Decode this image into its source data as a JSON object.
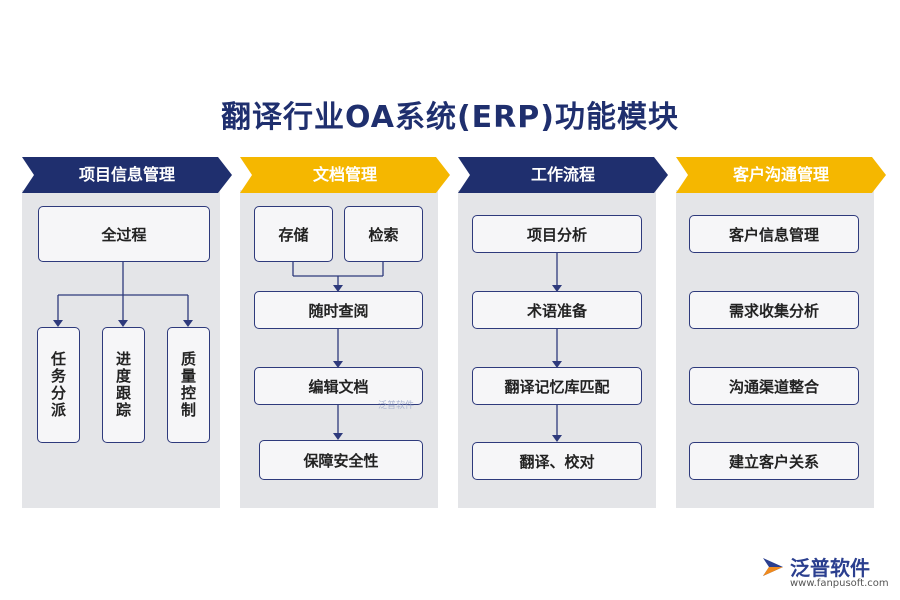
{
  "title": "翻译行业OA系统(ERP)功能模块",
  "columns": [
    {
      "header": "项目信息管理",
      "top_box": "全过程",
      "sub_boxes": [
        "任务分派",
        "进度跟踪",
        "质量控制"
      ]
    },
    {
      "header": "文档管理",
      "top_boxes": [
        "存储",
        "检索"
      ],
      "steps": [
        "随时查阅",
        "编辑文档",
        "保障安全性"
      ]
    },
    {
      "header": "工作流程",
      "steps": [
        "项目分析",
        "术语准备",
        "翻译记忆库匹配",
        "翻译、校对"
      ]
    },
    {
      "header": "客户沟通管理",
      "items": [
        "客户信息管理",
        "需求收集分析",
        "沟通渠道整合",
        "建立客户关系"
      ]
    }
  ],
  "watermark": "泛普软件",
  "brand": {
    "name": "泛普软件",
    "url": "www.fanpusoft.com"
  },
  "colors": {
    "navy": "#1f2f6e",
    "yellow": "#f5b700",
    "panel": "#e4e5e8",
    "border": "#2e3a7c"
  }
}
